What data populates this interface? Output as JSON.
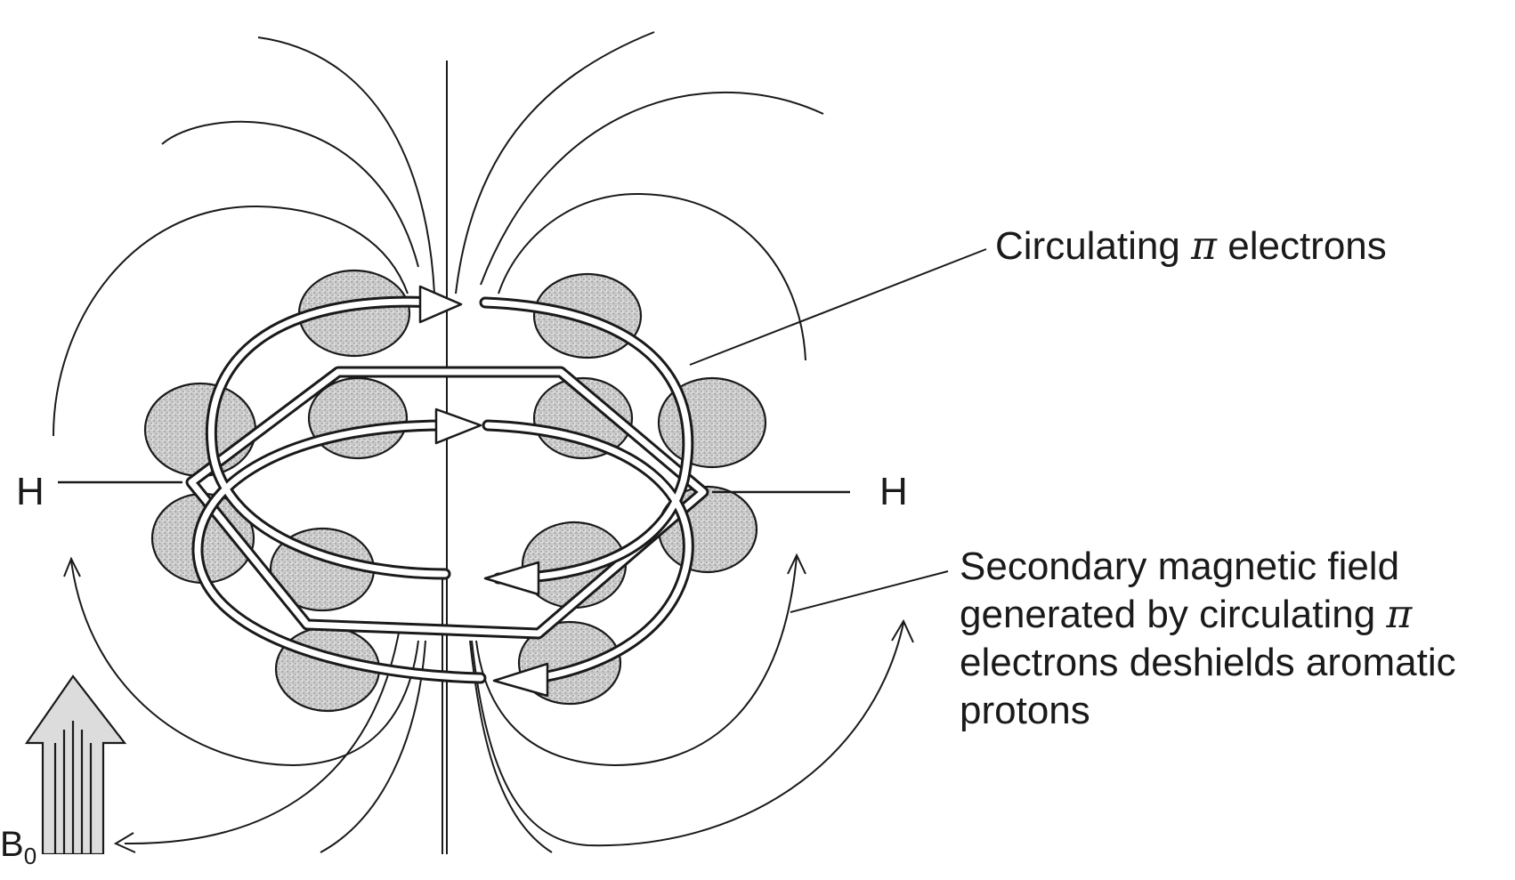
{
  "labels": {
    "h_left": "H",
    "h_right": "H",
    "circulating_prefix": "Circulating ",
    "pi_symbol": "π",
    "circulating_suffix": " electrons",
    "secondary_line1": "Secondary magnetic field",
    "secondary_line2_prefix": "generated by circulating ",
    "secondary_line3": "electrons deshields aromatic",
    "secondary_line4": "protons",
    "b0": "B",
    "b0_sub": "0"
  },
  "colors": {
    "ink": "#1a1a1a",
    "orbital_fill": "#d9d9d9",
    "background": "#ffffff"
  },
  "icons": {
    "field_arrow": "arrow-head-icon",
    "applied_field": "thick-up-arrow-icon"
  }
}
